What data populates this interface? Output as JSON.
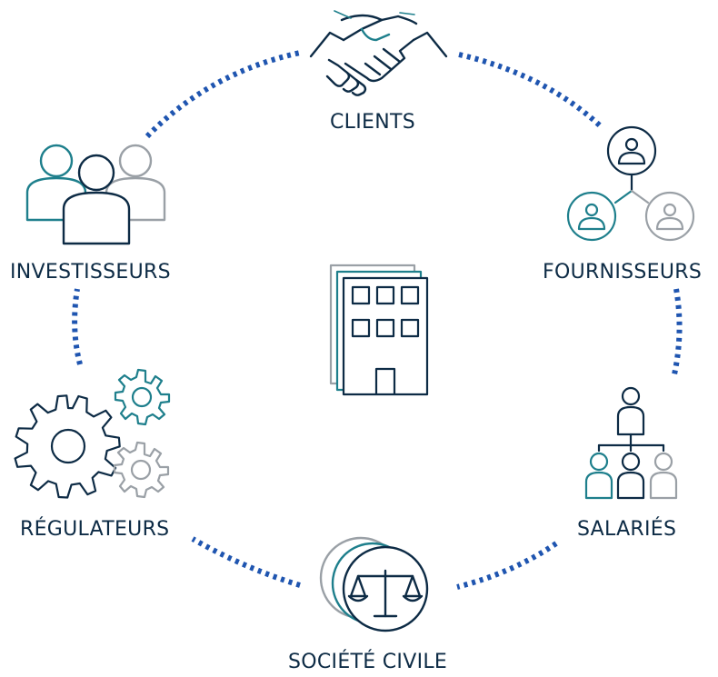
{
  "colors": {
    "dots": "#1f55b0",
    "navy": "#0d2b45",
    "teal": "#1e7f8c",
    "gray": "#9aa0a6"
  },
  "nodes": [
    {
      "id": "clients",
      "label": "CLIENTS",
      "icon": "handshake-icon"
    },
    {
      "id": "fournisseurs",
      "label": "FOURNISSEURS",
      "icon": "supplier-network-icon"
    },
    {
      "id": "salaries",
      "label": "SALARIÉS",
      "icon": "org-chart-icon"
    },
    {
      "id": "societe",
      "label": "SOCIÉTÉ CIVILE",
      "icon": "justice-scales-icon"
    },
    {
      "id": "regulateurs",
      "label": "RÉGULATEURS",
      "icon": "gears-icon"
    },
    {
      "id": "investisseurs",
      "label": "INVESTISSEURS",
      "icon": "people-group-icon"
    }
  ],
  "center": {
    "icon": "company-building-icon"
  }
}
